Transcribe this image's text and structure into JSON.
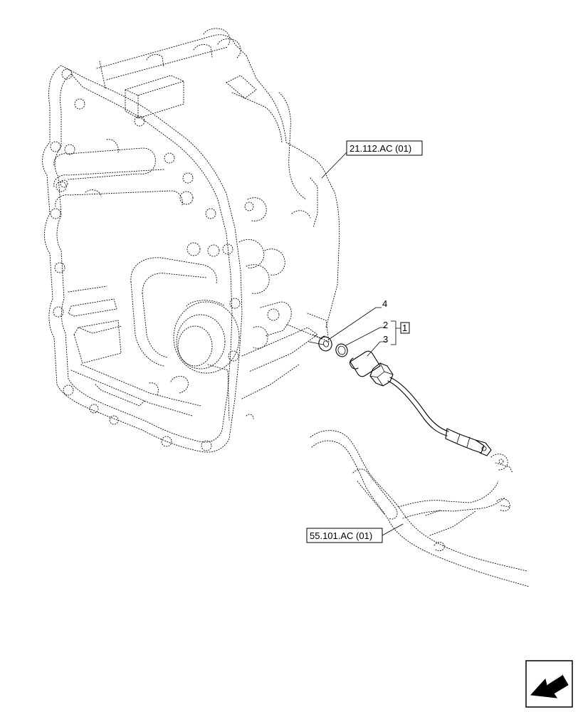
{
  "references": {
    "housing_ref": "21.112.AC (01)",
    "harness_ref": "55.101.AC (01)"
  },
  "callouts": {
    "item_4": "4",
    "item_2": "2",
    "item_3": "3",
    "group_1": "1"
  },
  "icons": {
    "navigation": "arrow-back-icon"
  }
}
